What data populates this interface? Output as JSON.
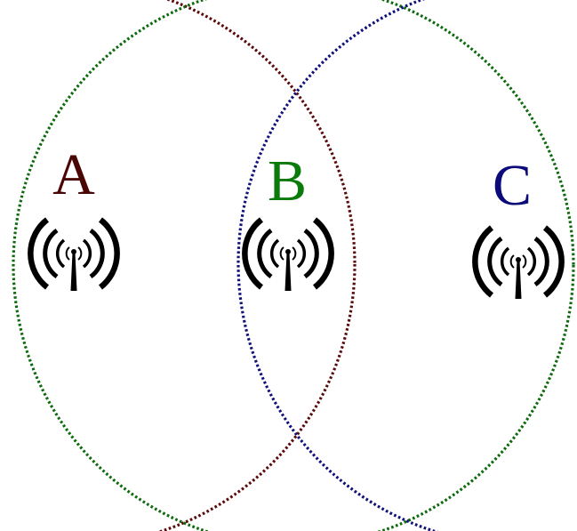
{
  "stations": [
    {
      "id": "a",
      "label": "A",
      "color": "#4a0505"
    },
    {
      "id": "b",
      "label": "B",
      "color": "#0a7a0a"
    },
    {
      "id": "c",
      "label": "C",
      "color": "#0a0a78"
    }
  ],
  "icon": "wireless-antenna-icon",
  "circle_colors": {
    "a": "#5a0a0a",
    "b": "#0d6a0d",
    "c": "#10107a"
  }
}
